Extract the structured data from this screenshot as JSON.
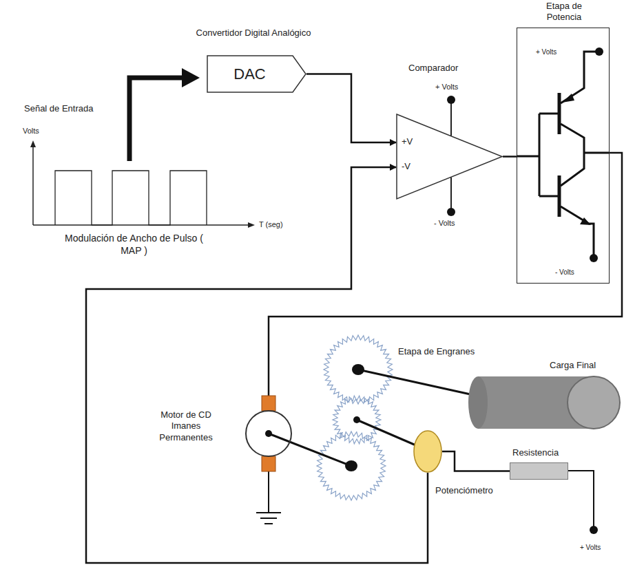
{
  "diagram": {
    "nodes": [
      {
        "text": [
          "Convertidor Digital Analógico",
          "DAC"
        ]
      },
      {
        "text": [
          "Comparador",
          "+V",
          "-V"
        ]
      },
      {
        "text": [
          "Etapa de Potencia"
        ]
      },
      {
        "text": [
          "Motor de CD Imanes Permanentes"
        ]
      },
      {
        "text": [
          "Carga Final"
        ]
      },
      {
        "text": [
          "Potenciómetro"
        ]
      },
      {
        "text": [
          "Resistencia"
        ]
      }
    ],
    "edges": [
      {
        "from": 0,
        "to": 1,
        "arrow": "to"
      },
      {
        "from": 1,
        "to": 2,
        "arrow": "none"
      },
      {
        "from": 2,
        "to": 3,
        "arrow": "none"
      },
      {
        "from": 5,
        "to": 1,
        "arrow": "to"
      },
      {
        "from": 6,
        "to": 5,
        "arrow": "none"
      }
    ],
    "labels": [
      "Señal de Entrada",
      "Volts",
      "T (seg)",
      "Modulación de Ancho de Pulso ( MAP )",
      "+ Volts",
      "- Volts",
      "+ Volts",
      "- Volts",
      "Etapa de Engranes",
      "+ Volts"
    ]
  }
}
